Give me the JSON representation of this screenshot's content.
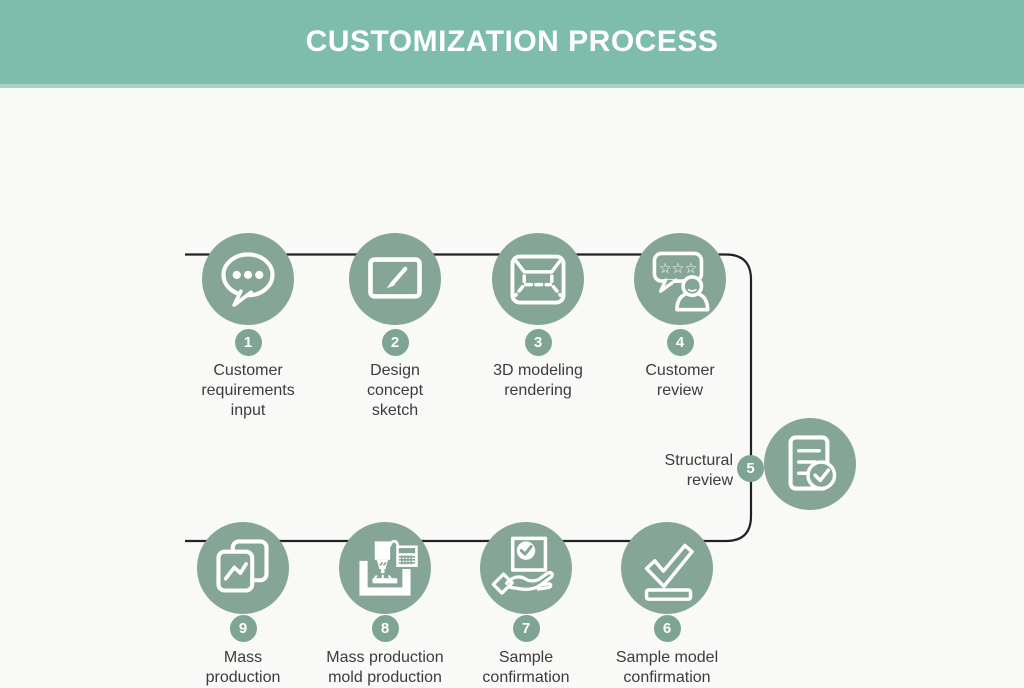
{
  "header": {
    "title": "CUSTOMIZATION PROCESS"
  },
  "colors": {
    "header_bg": "#7ebcab",
    "header_edge": "#a9d2c5",
    "circle_fill": "#85a696",
    "number_badge_fill": "#7ea492",
    "connector_line": "#222222",
    "label_text": "#3c3c3c",
    "page_bg": "#f9f9f8",
    "icon_stroke": "#ffffff"
  },
  "icons": {
    "stars": "☆☆☆"
  },
  "steps": [
    {
      "number": "1",
      "lines": [
        "Customer",
        "requirements",
        "input"
      ],
      "icon": "chat-bubble-icon"
    },
    {
      "number": "2",
      "lines": [
        "Design",
        "concept",
        "sketch"
      ],
      "icon": "sketch-tablet-icon"
    },
    {
      "number": "3",
      "lines": [
        "3D modeling",
        "rendering"
      ],
      "icon": "3d-model-icon"
    },
    {
      "number": "4",
      "lines": [
        "Customer",
        "review"
      ],
      "icon": "customer-review-icon"
    },
    {
      "number": "5",
      "lines": [
        "Structural",
        "review"
      ],
      "icon": "structural-review-icon"
    },
    {
      "number": "6",
      "lines": [
        "Sample model",
        "confirmation"
      ],
      "icon": "sample-model-check-icon"
    },
    {
      "number": "7",
      "lines": [
        "Sample",
        "confirmation"
      ],
      "icon": "sample-in-hand-icon"
    },
    {
      "number": "8",
      "lines": [
        "Mass production",
        "mold production"
      ],
      "icon": "mold-machine-icon"
    },
    {
      "number": "9",
      "lines": [
        "Mass",
        "production"
      ],
      "icon": "mass-production-icon"
    }
  ]
}
